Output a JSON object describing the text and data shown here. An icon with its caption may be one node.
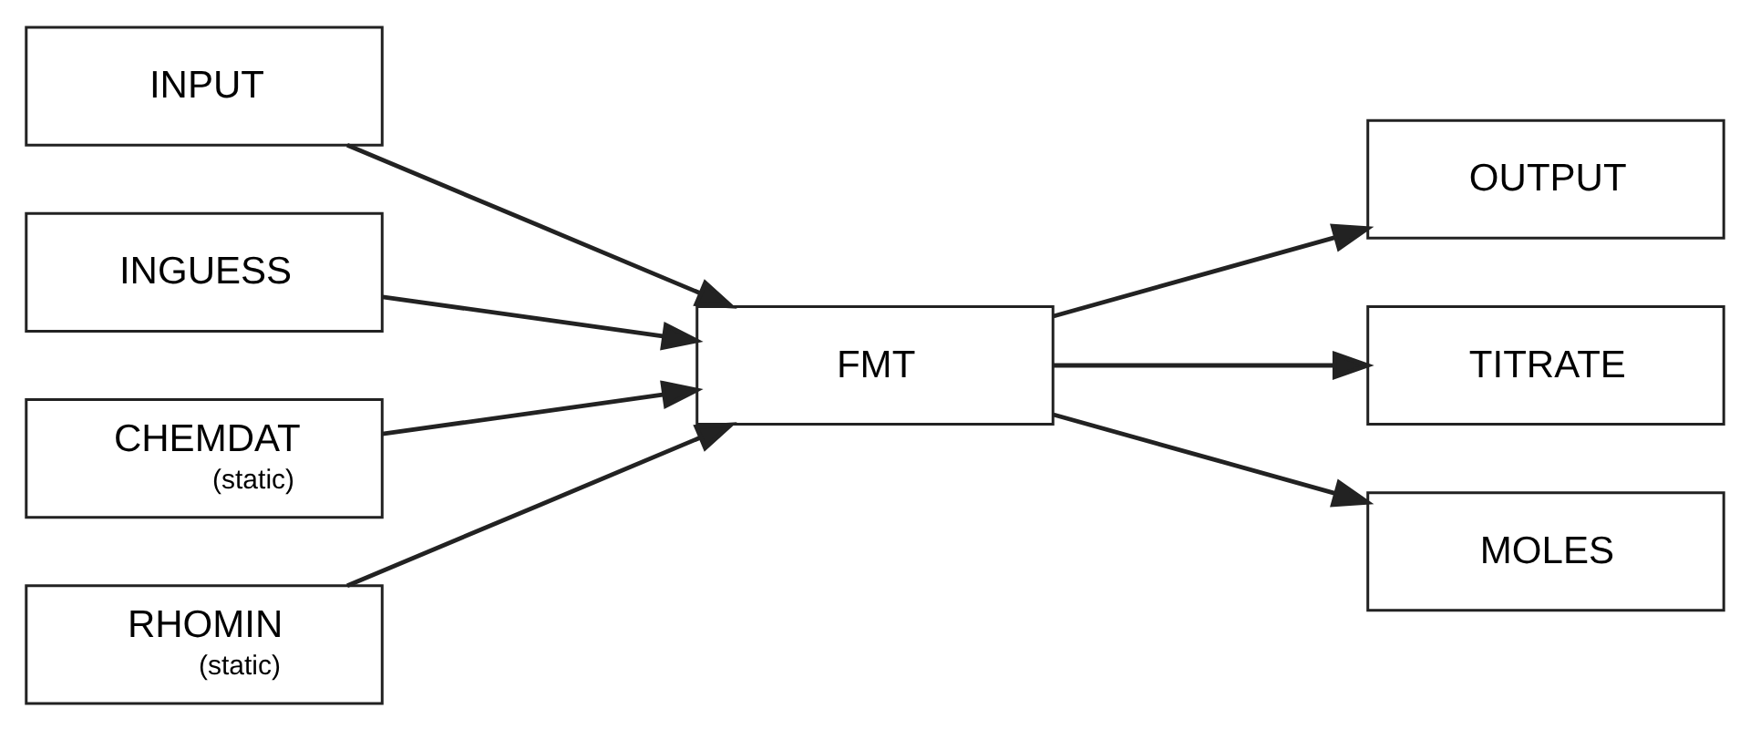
{
  "diagram": {
    "nodes": [
      {
        "text": [
          "INPUT"
        ]
      },
      {
        "text": [
          "INGUESS"
        ]
      },
      {
        "text": [
          "CHEMDAT",
          "(static)"
        ]
      },
      {
        "text": [
          "RHOMIN",
          "(static)"
        ]
      },
      {
        "text": [
          "FMT"
        ]
      },
      {
        "text": [
          "OUTPUT"
        ]
      },
      {
        "text": [
          "TITRATE"
        ]
      },
      {
        "text": [
          "MOLES"
        ]
      }
    ],
    "edges": [
      {
        "from": 0,
        "to": 4,
        "arrow": "to"
      },
      {
        "from": 1,
        "to": 4,
        "arrow": "to"
      },
      {
        "from": 2,
        "to": 4,
        "arrow": "to"
      },
      {
        "from": 3,
        "to": 4,
        "arrow": "to"
      },
      {
        "from": 4,
        "to": 5,
        "arrow": "to"
      },
      {
        "from": 4,
        "to": 6,
        "arrow": "to"
      },
      {
        "from": 4,
        "to": 7,
        "arrow": "to"
      }
    ]
  }
}
